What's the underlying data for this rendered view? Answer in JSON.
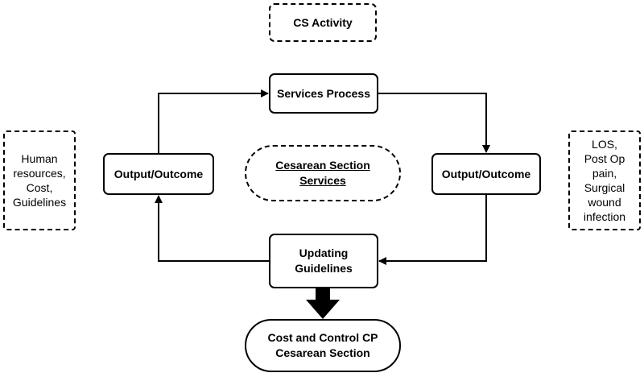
{
  "diagram": {
    "cs_activity": "CS Activity",
    "services_process": "Services Process",
    "output_left": "Output/Outcome",
    "output_right": "Output/Outcome",
    "center": "Cesarean Section\nServices",
    "updating_guidelines": "Updating\nGuidelines",
    "cost_control": "Cost and Control CP\nCesarean Section",
    "inputs": "Human\nresources,\nCost,\nGuidelines",
    "outcomes": "LOS,\nPost Op\npain,\nSurgical\nwound\ninfection"
  }
}
